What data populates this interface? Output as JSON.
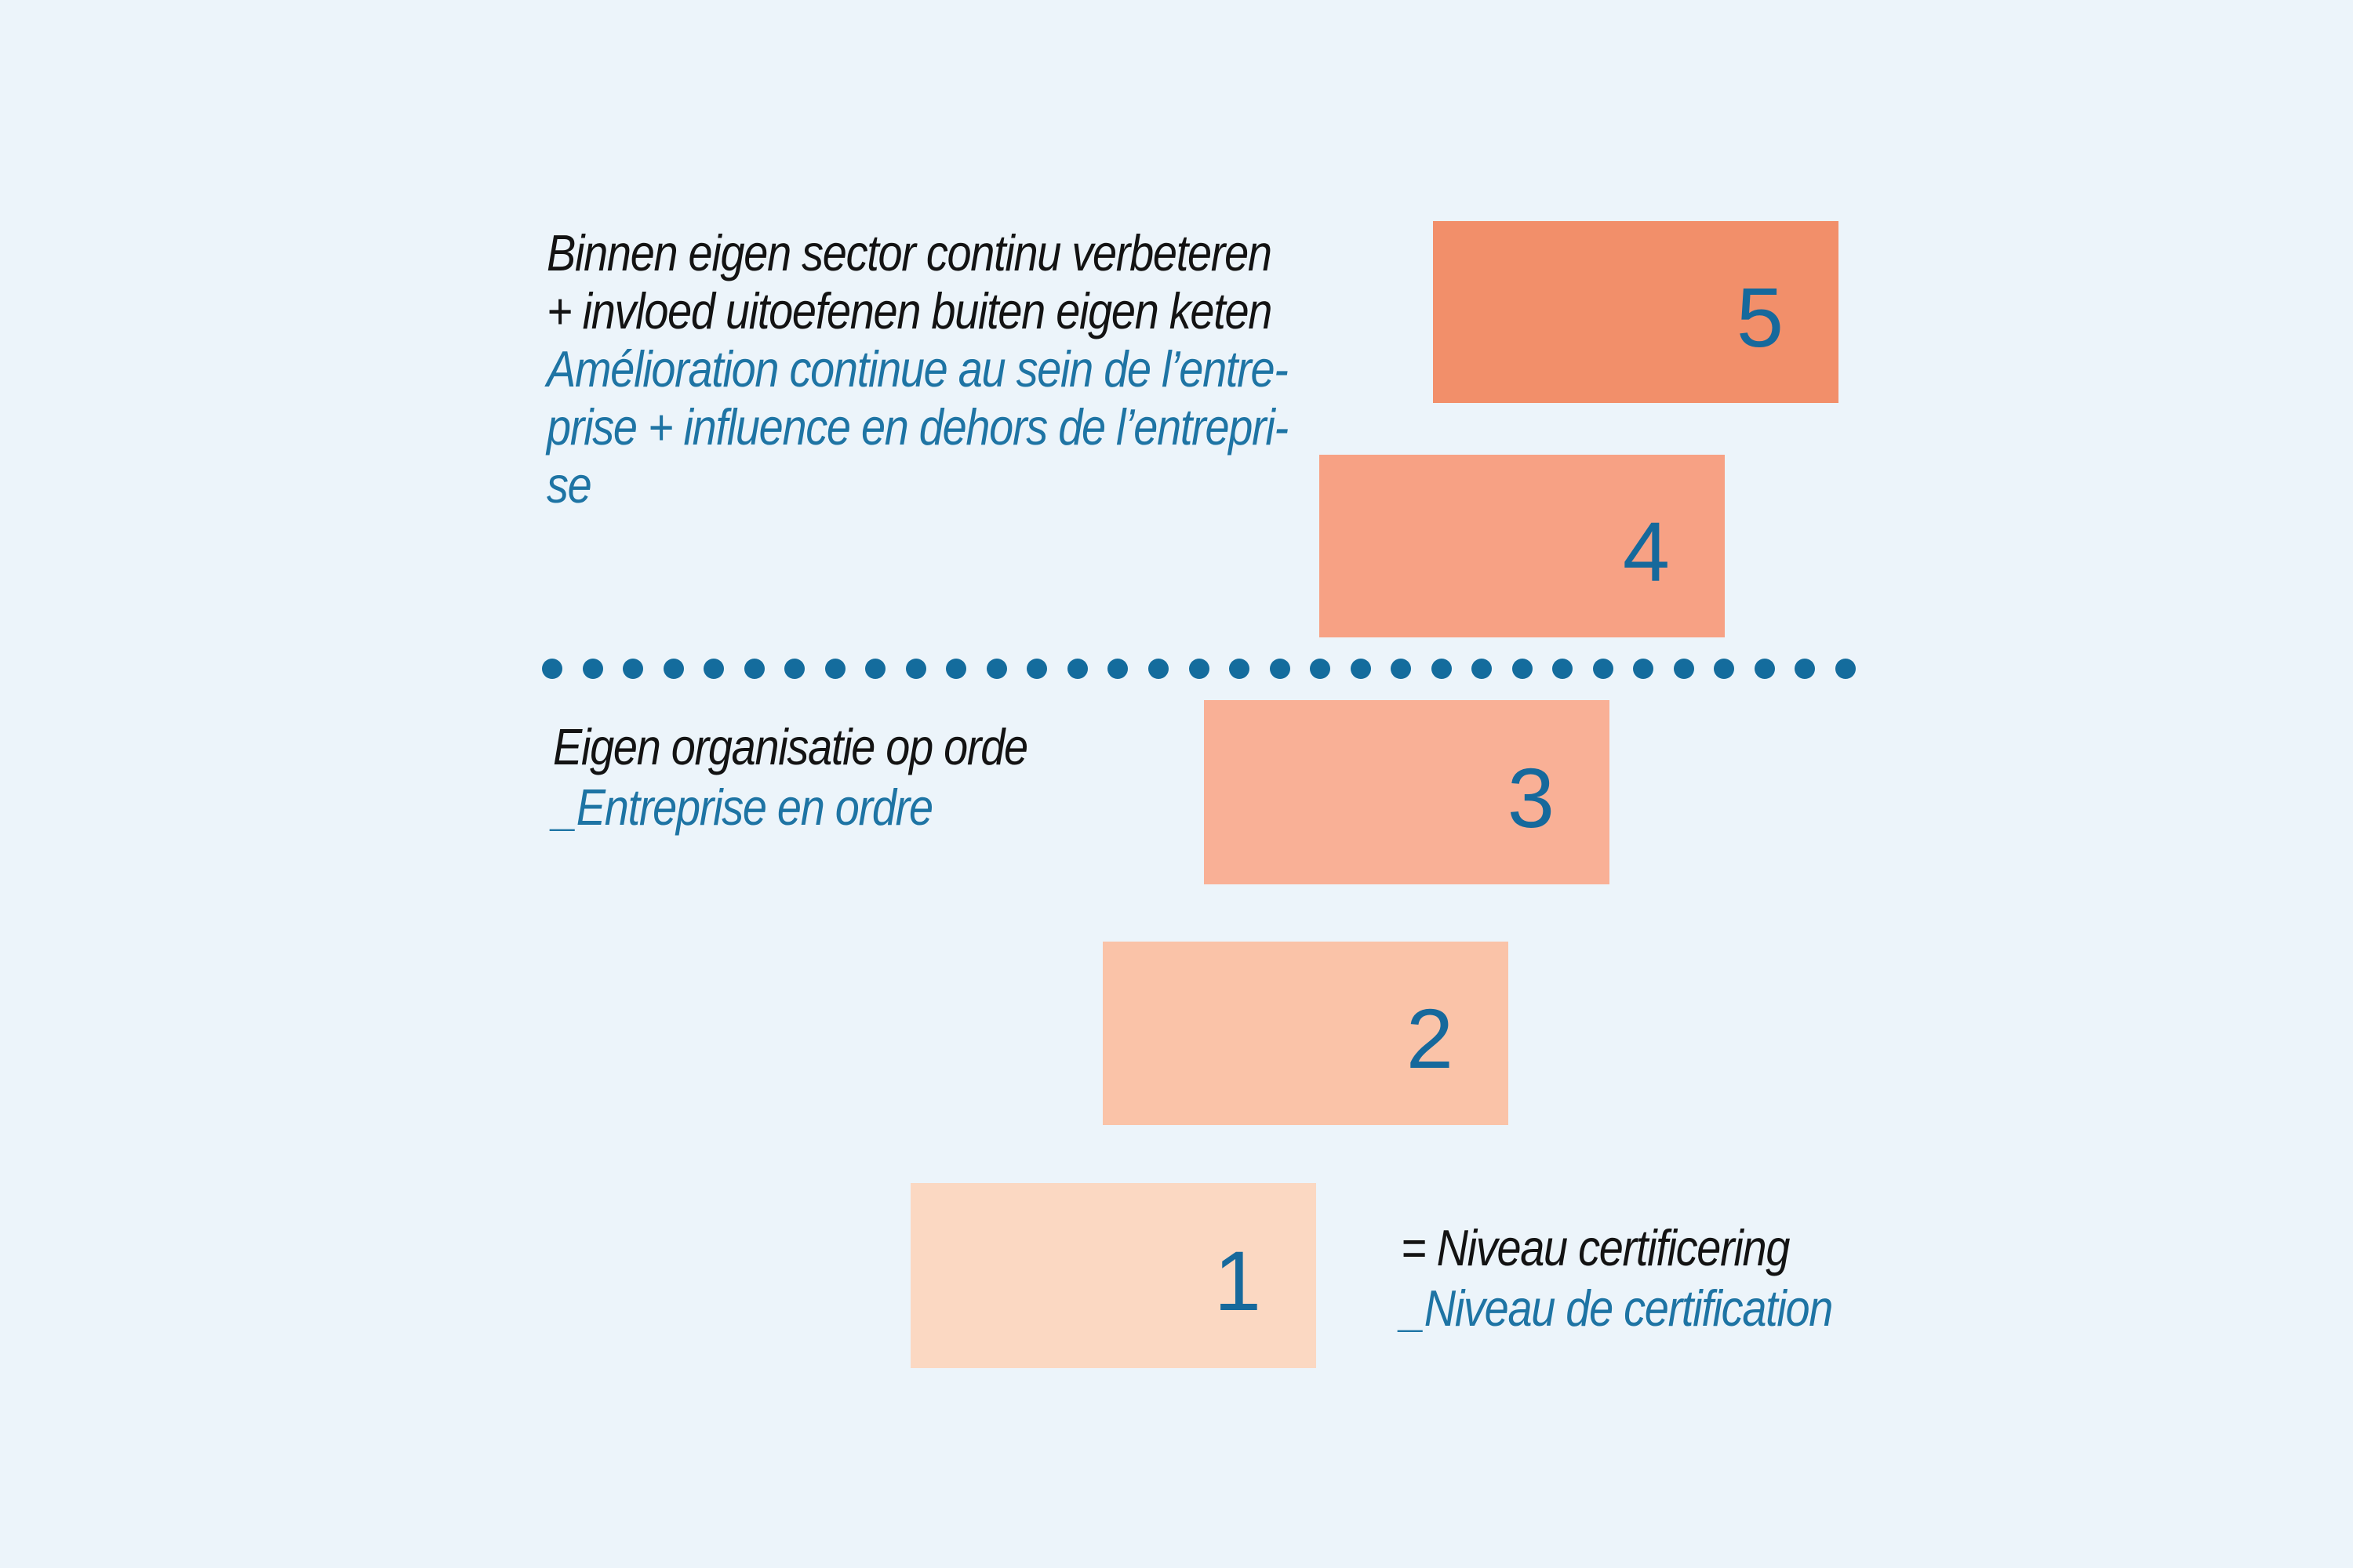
{
  "colors": {
    "background": "#ECF4FA",
    "text_black": "#131313",
    "french_blue": "#1E74A4",
    "number_blue": "#16699C",
    "dot_blue": "#146C9D"
  },
  "levels": [
    {
      "number": "1",
      "fill": "#FBD8C2"
    },
    {
      "number": "2",
      "fill": "#FAC3A8"
    },
    {
      "number": "3",
      "fill": "#F9B096"
    },
    {
      "number": "4",
      "fill": "#F7A184"
    },
    {
      "number": "5",
      "fill": "#F28F6A"
    }
  ],
  "divider": {
    "dot_count": 33
  },
  "annotations": {
    "top": {
      "nl_lines": [
        "Binnen eigen sector continu verbeteren",
        "+ invloed uitoefenen buiten eigen keten"
      ],
      "fr_lines": [
        "Amélioration continue au sein de l’entre-",
        "prise + influence en dehors de l’entrepri-",
        "se"
      ]
    },
    "middle": {
      "nl": "Eigen organisatie op orde",
      "fr": "_Entreprise en ordre"
    },
    "legend": {
      "nl": "= Niveau certificering",
      "fr": "_Niveau de certification"
    }
  }
}
